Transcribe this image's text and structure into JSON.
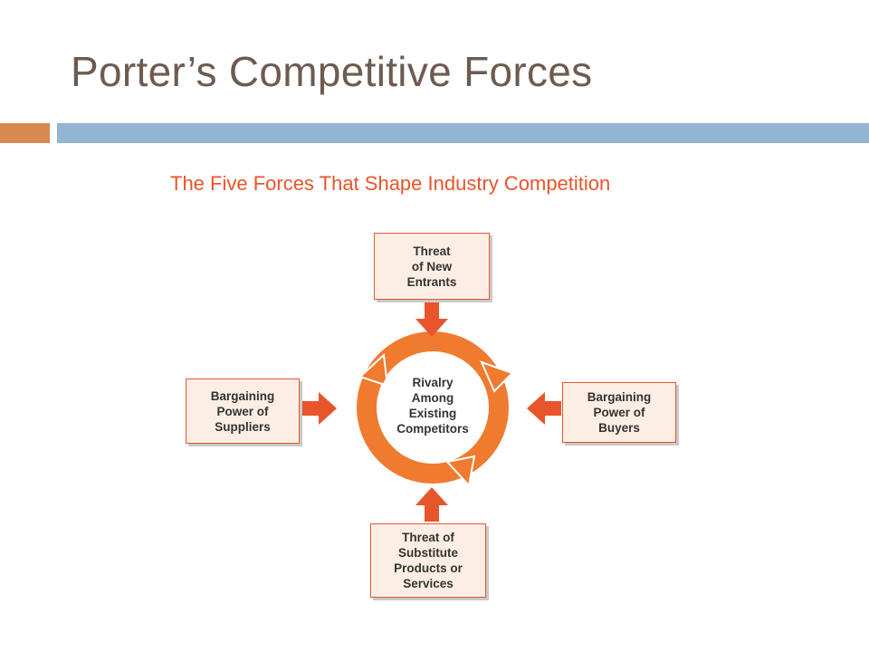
{
  "slide": {
    "title": "Porter’s Competitive Forces"
  },
  "diagram": {
    "title": "The Five Forces That Shape Industry Competition",
    "center": "Rivalry\nAmong\nExisting\nCompetitors",
    "forces": {
      "top": "Threat\nof New\nEntrants",
      "left": "Bargaining\nPower of\nSuppliers",
      "right": "Bargaining\nPower of\nBuyers",
      "bottom": "Threat of\nSubstitute\nProducts or\nServices"
    }
  },
  "colors": {
    "title_text": "#6e5b50",
    "accent_orange": "#d9894f",
    "accent_blue": "#94b4d3",
    "diagram_orange": "#e8552b",
    "box_fill": "#fdeee5"
  }
}
